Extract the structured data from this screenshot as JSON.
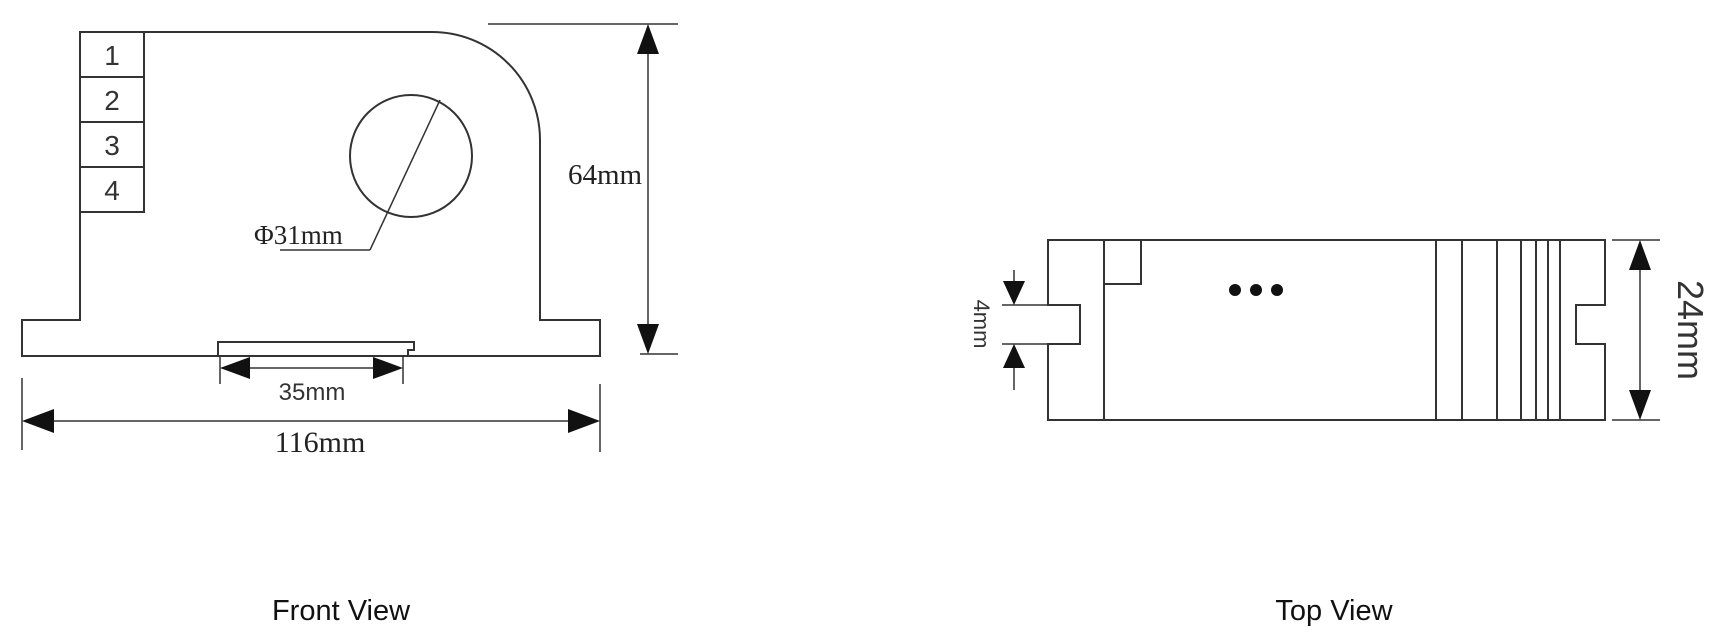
{
  "front_view": {
    "caption": "Front View",
    "terminals": [
      "1",
      "2",
      "3",
      "4"
    ],
    "dimensions": {
      "height": "64mm",
      "hole_diameter": "Φ31mm",
      "rail_width": "35mm",
      "total_width": "116mm"
    }
  },
  "top_view": {
    "caption": "Top View",
    "dimensions": {
      "depth": "24mm",
      "slot": "4mm"
    }
  },
  "colors": {
    "line": "#333333",
    "text": "#111111",
    "background": "#ffffff"
  }
}
